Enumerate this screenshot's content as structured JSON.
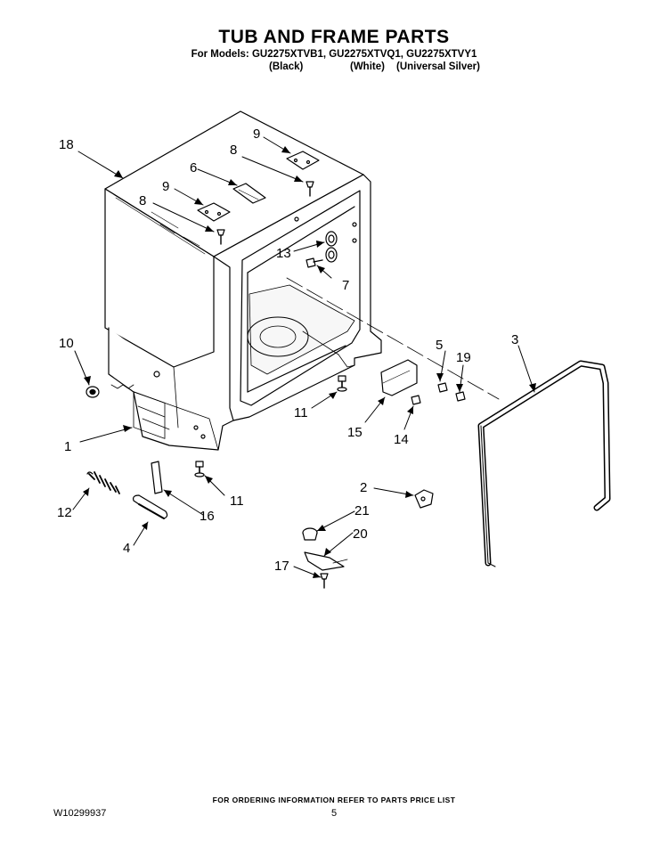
{
  "header": {
    "title": "TUB AND FRAME PARTS",
    "models_line": "For Models: GU2275XTVB1, GU2275XTVQ1, GU2275XTVY1",
    "colors": [
      "(Black)",
      "(White)",
      "(Universal Silver)"
    ]
  },
  "callouts": {
    "c1": "1",
    "c2": "2",
    "c3": "3",
    "c4": "4",
    "c5": "5",
    "c6": "6",
    "c7": "7",
    "c8a": "8",
    "c8b": "8",
    "c9a": "9",
    "c9b": "9",
    "c10": "10",
    "c11a": "11",
    "c11b": "11",
    "c12": "12",
    "c13": "13",
    "c14": "14",
    "c15": "15",
    "c16": "16",
    "c17": "17",
    "c18": "18",
    "c19": "19",
    "c20": "20",
    "c21": "21"
  },
  "footer": {
    "ordering_info": "FOR ORDERING INFORMATION REFER TO PARTS PRICE LIST",
    "document_number": "W10299937",
    "page_number": "5"
  }
}
